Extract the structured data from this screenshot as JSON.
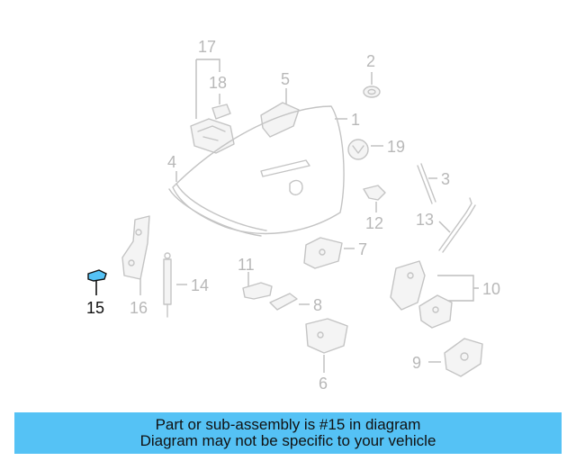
{
  "diagram": {
    "callouts": {
      "c1": "1",
      "c2": "2",
      "c3": "3",
      "c4": "4",
      "c5": "5",
      "c6": "6",
      "c7": "7",
      "c8": "8",
      "c9": "9",
      "c10": "10",
      "c11": "11",
      "c12": "12",
      "c13": "13",
      "c14": "14",
      "c15": "15",
      "c16": "16",
      "c17": "17",
      "c18": "18",
      "c19": "19"
    },
    "highlighted_part": "15",
    "highlight_color": "#55c2f5",
    "part_line_color": "#c4c4c4"
  },
  "banner": {
    "line1": "Part or sub-assembly is #15 in diagram",
    "line2": "Diagram may not be specific to your vehicle",
    "background": "#55c2f5"
  }
}
